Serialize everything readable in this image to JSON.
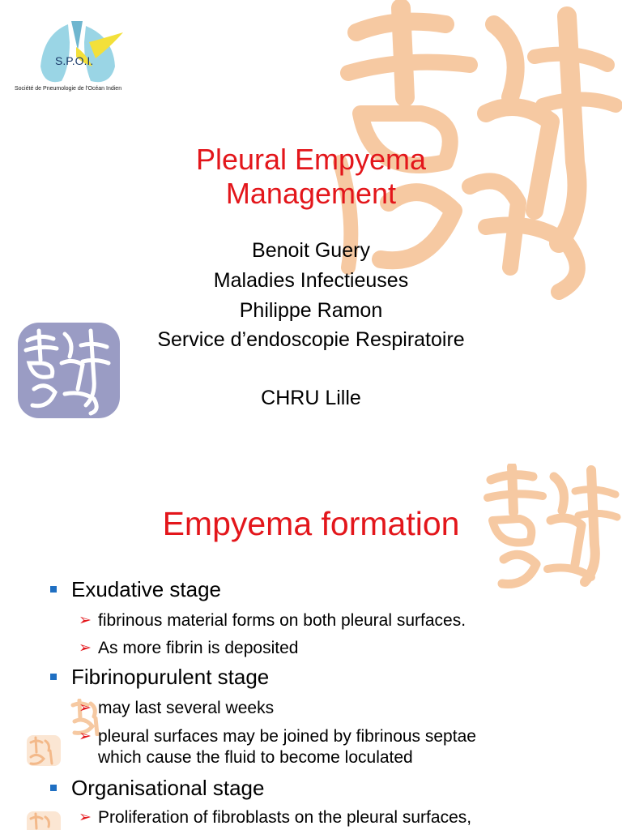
{
  "slide1": {
    "logo": {
      "text": "S.P.O.I.",
      "caption": "Société de Pneumologie de l'Océan Indien"
    },
    "title_lines": [
      "Pleural Empyema",
      "Management"
    ],
    "lines": [
      "Benoit Guery",
      "Maladies Infectieuses",
      "Philippe Ramon",
      "Service d’endoscopie Respiratoire",
      "CHRU Lille"
    ]
  },
  "slide2": {
    "title": "Empyema formation",
    "bullets": [
      {
        "text": "Exudative stage",
        "subs": [
          "fibrinous material forms on both pleural surfaces.",
          "As more fibrin is deposited"
        ]
      },
      {
        "text": "Fibrinopurulent stage",
        "subs": [
          "may last several weeks",
          "pleural surfaces may be joined by fibrinous septae",
          "which cause the fluid to become loculated"
        ]
      },
      {
        "text": "Organisational stage",
        "subs": [
          "Proliferation of fibroblasts on the pleural surfaces,"
        ]
      }
    ]
  },
  "colors": {
    "title_red": "#e3161b",
    "bullet_blue": "#1f6fc2",
    "watermark_orange": "#f6c9a2",
    "seal_lavender": "#9a9cc4"
  }
}
